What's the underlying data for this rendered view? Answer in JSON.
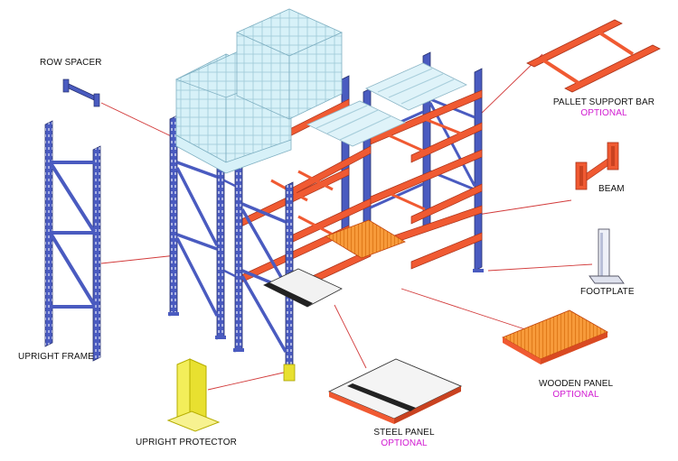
{
  "labels": {
    "row_spacer": "ROW SPACER",
    "upright_frame": "UPRIGHT FRAME",
    "upright_protector": "UPRIGHT PROTECTOR",
    "pallet_support_bar": "PALLET SUPPORT BAR",
    "beam": "BEAM",
    "footplate": "FOOTPLATE",
    "wooden_panel": "WOODEN PANEL",
    "steel_panel": "STEEL PANEL",
    "optional": "OPTIONAL"
  },
  "colors": {
    "upright": "#4a5bc0",
    "beam": "#f05a32",
    "protector": "#e8e030",
    "optional_text": "#d11bd1",
    "leader_line": "#d23a3a",
    "load": "#c9ecf5"
  }
}
